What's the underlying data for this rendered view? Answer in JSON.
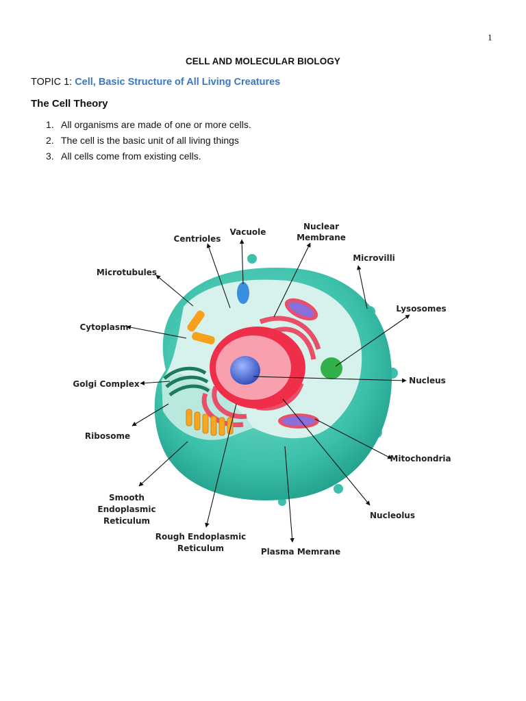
{
  "page_number": "1",
  "document_title": "CELL AND MOLECULAR BIOLOGY",
  "topic": {
    "prefix": "TOPIC 1:",
    "name": "Cell, Basic Structure of All Living Creatures"
  },
  "section_heading": "The Cell Theory",
  "cell_theory": [
    {
      "number": "1.",
      "text": "All organisms are made of one or more cells."
    },
    {
      "number": "2.",
      "text": "The cell is the basic unit of all living things"
    },
    {
      "number": "3.",
      "text": "All cells come from existing cells."
    }
  ],
  "diagram": {
    "labels": {
      "centrioles": "Centrioles",
      "vacuole": "Vacuole",
      "nuclear_membrane_1": "Nuclear",
      "nuclear_membrane_2": "Membrane",
      "microvilli": "Microvilli",
      "microtubules": "Microtubules",
      "lysosomes": "Lysosomes",
      "cytoplasm": "Cytoplasm",
      "golgi_complex": "Golgi Complex",
      "nucleus": "Nucleus",
      "ribosome": "Ribosome",
      "mitochondria": "Mitochondria",
      "smooth_er_1": "Smooth",
      "smooth_er_2": "Endoplasmic",
      "smooth_er_3": "Reticulum",
      "nucleolus": "Nucleolus",
      "rough_er_1": "Rough Endoplasmic",
      "rough_er_2": "Reticulum",
      "plasma_membrane": "Plasma Memrane"
    }
  }
}
